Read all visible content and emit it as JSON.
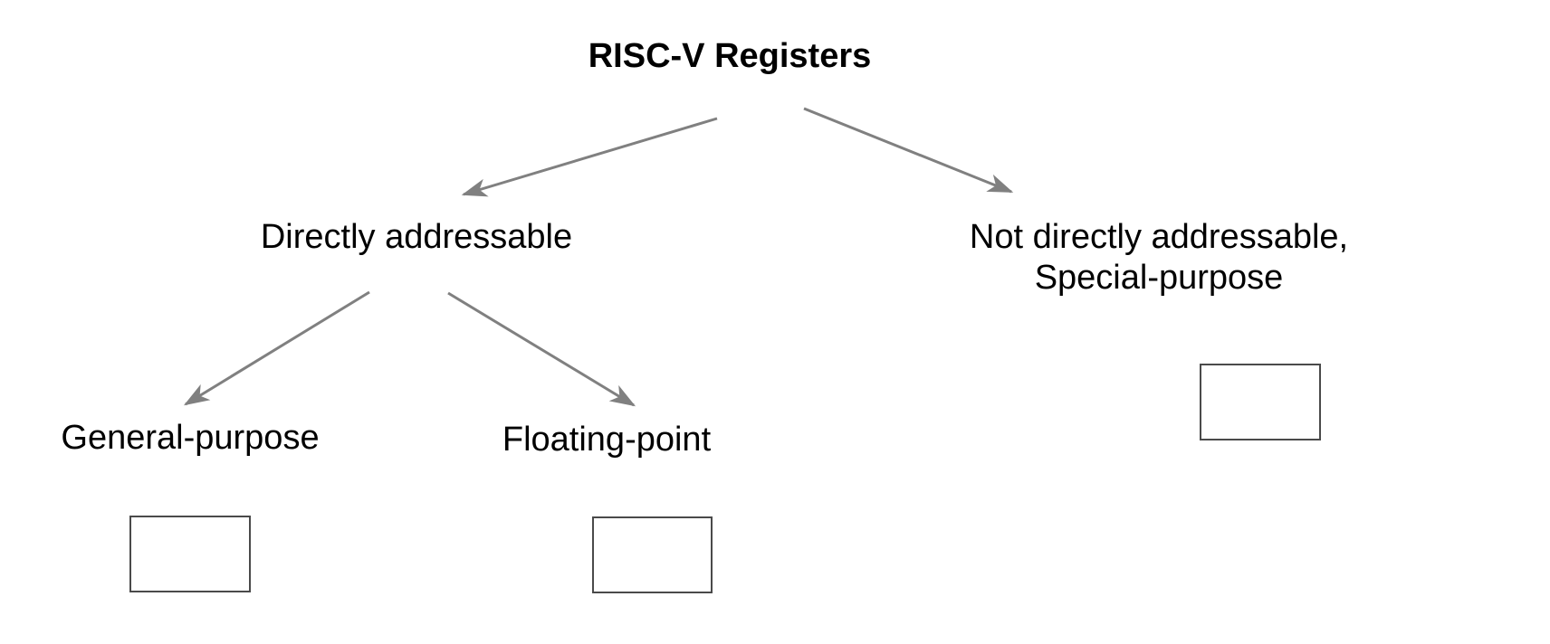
{
  "diagram": {
    "title": "RISC-V Registers",
    "background_color": "#ffffff",
    "text_color": "#000000",
    "arrow_color": "#808080",
    "box_border_color": "#4a4a4a",
    "nodes": {
      "root": {
        "label": "RISC-V Registers"
      },
      "directly_addressable": {
        "label": "Directly addressable"
      },
      "not_directly_addressable": {
        "label": "Not directly addressable,\nSpecial-purpose"
      },
      "general_purpose": {
        "label": "General-purpose"
      },
      "floating_point": {
        "label": "Floating-point"
      }
    },
    "boxes": {
      "general_purpose_box": {
        "label": ""
      },
      "floating_point_box": {
        "label": ""
      },
      "special_purpose_box": {
        "label": ""
      }
    },
    "arrows": [
      {
        "name": "root-to-directly-addressable",
        "from": "RISC-V Registers",
        "to": "Directly addressable"
      },
      {
        "name": "root-to-not-directly-addressable",
        "from": "RISC-V Registers",
        "to": "Not directly addressable, Special-purpose"
      },
      {
        "name": "directly-to-general-purpose",
        "from": "Directly addressable",
        "to": "General-purpose"
      },
      {
        "name": "directly-to-floating-point",
        "from": "Directly addressable",
        "to": "Floating-point"
      }
    ]
  }
}
